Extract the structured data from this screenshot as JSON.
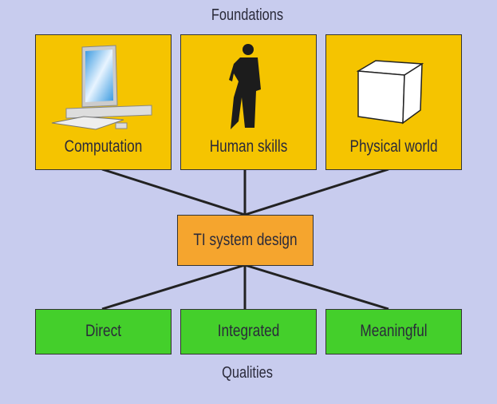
{
  "top_label": "Foundations",
  "bottom_label": "Qualities",
  "foundations": [
    {
      "label": "Computation",
      "icon": "computer-icon"
    },
    {
      "label": "Human skills",
      "icon": "person-silhouette-icon"
    },
    {
      "label": "Physical world",
      "icon": "cube-icon"
    }
  ],
  "center": {
    "label": "TI system design"
  },
  "qualities": [
    {
      "label": "Direct"
    },
    {
      "label": "Integrated"
    },
    {
      "label": "Meaningful"
    }
  ],
  "colors": {
    "background": "#c8ccee",
    "foundation": "#f5c400",
    "center": "#f5a52e",
    "quality": "#44cf2b"
  }
}
